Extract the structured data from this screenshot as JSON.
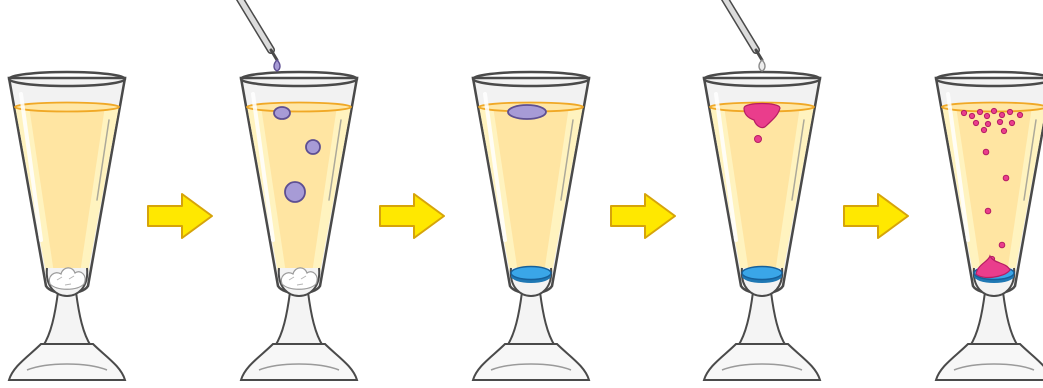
{
  "diagram": {
    "steps": [
      {
        "name": "glass-1",
        "pipette": null,
        "content": "white-powder"
      },
      {
        "name": "glass-2",
        "pipette": "purple",
        "content": "white-powder"
      },
      {
        "name": "glass-3",
        "pipette": null,
        "content": "blue-disc"
      },
      {
        "name": "glass-4",
        "pipette": "clear",
        "content": "blue-disc"
      },
      {
        "name": "glass-5",
        "pipette": null,
        "content": "blue-disc-pink-reaction"
      }
    ],
    "arrows": 4
  },
  "colors": {
    "liquid": "#fff3bf",
    "liquid_band": "#ffd98a",
    "meniscus": "#f0a826",
    "glass_outline": "#4a4a4a",
    "powder": "#ffffff",
    "purple_blob": "#a79bd6",
    "purple_outline": "#5e4f92",
    "blue_disc": "#3aa6e8",
    "blue_disc_dark": "#1f78b4",
    "pink": "#ea3d8c",
    "arrow_fill": "#ffe800",
    "arrow_outline": "#d6a40a"
  },
  "icons": {
    "arrow": "right-arrow-icon",
    "pipette": "pipette-icon"
  }
}
